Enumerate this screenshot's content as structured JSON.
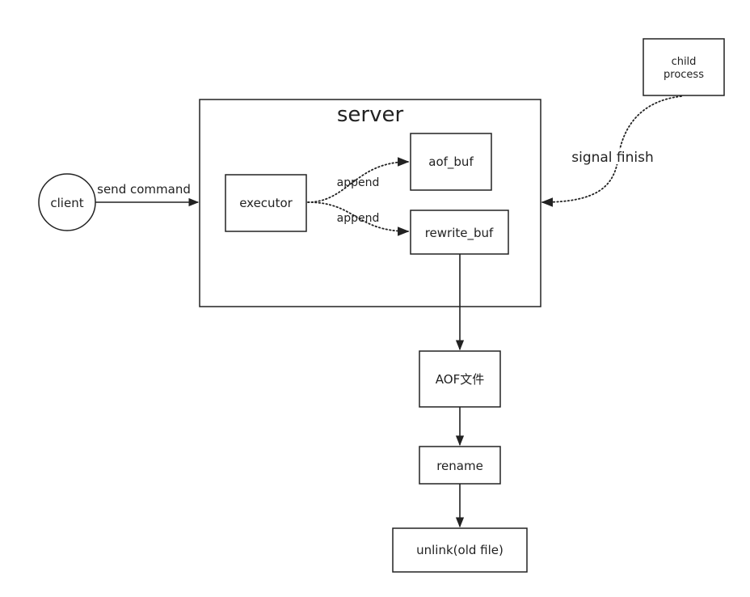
{
  "nodes": {
    "client": "client",
    "server": "server",
    "executor": "executor",
    "aof_buf": "aof_buf",
    "rewrite_buf": "rewrite_buf",
    "child_process_line1": "child",
    "child_process_line2": "process",
    "aof_file": "AOF文件",
    "rename": "rename",
    "unlink": "unlink(old file)"
  },
  "edges": {
    "send_command": "send command",
    "append_aof": "append",
    "append_rewrite": "append",
    "signal_finish": "signal finish"
  }
}
